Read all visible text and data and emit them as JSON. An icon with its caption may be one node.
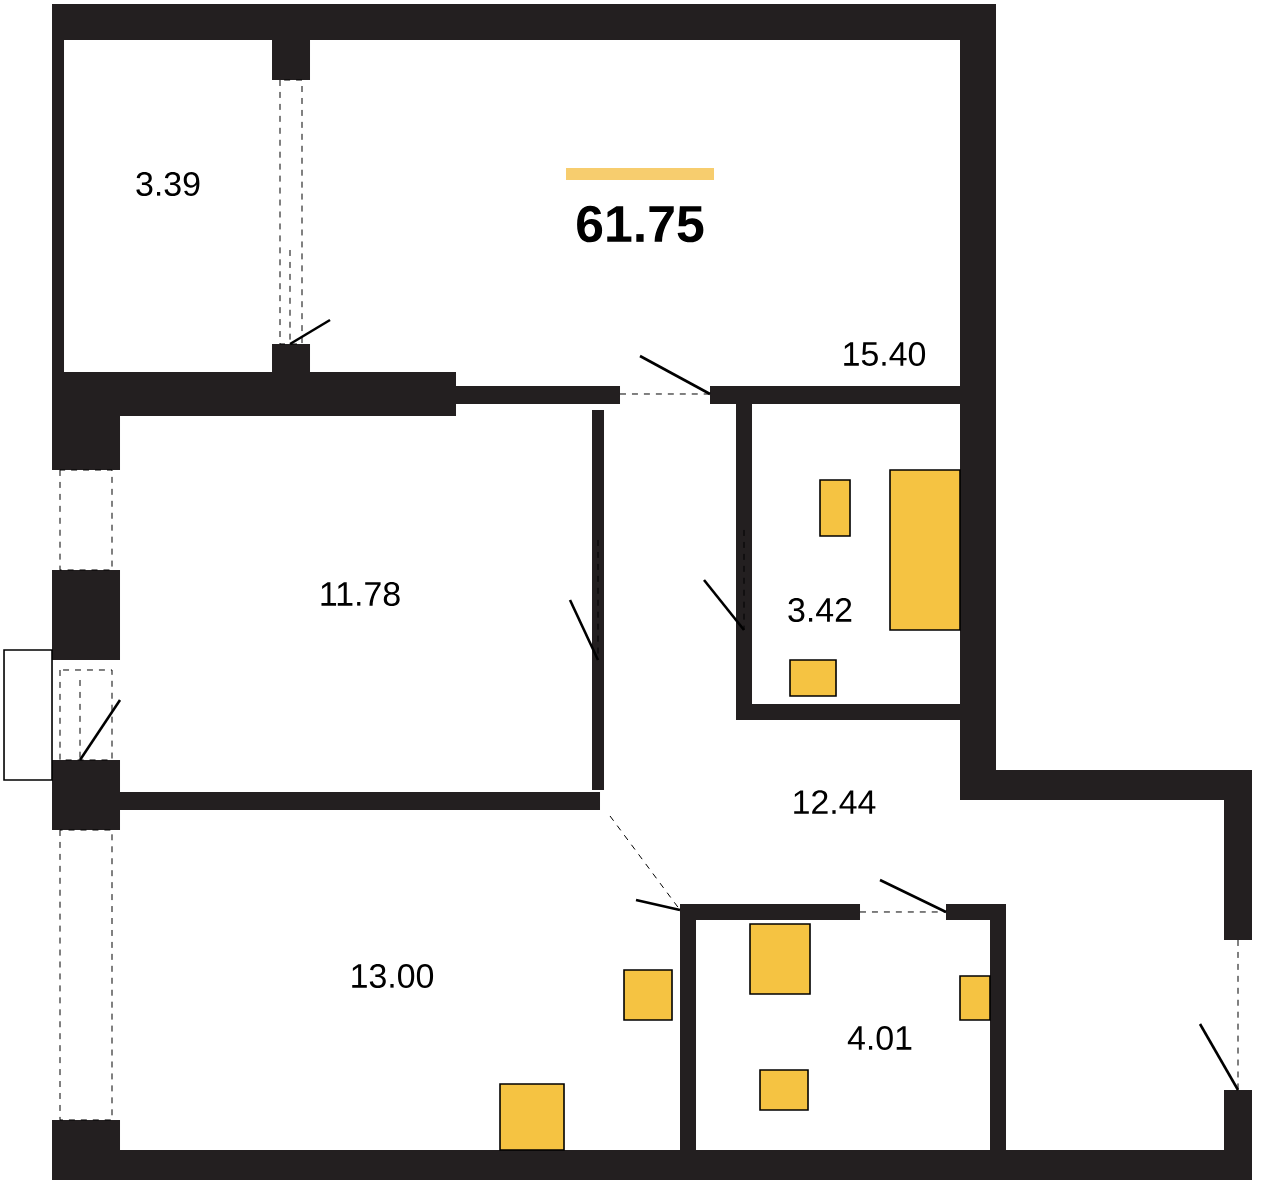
{
  "diagram": {
    "labels": [
      "3.39",
      "61.75",
      "15.40",
      "11.78",
      "3.42",
      "12.44",
      "13.00",
      "4.01"
    ]
  }
}
